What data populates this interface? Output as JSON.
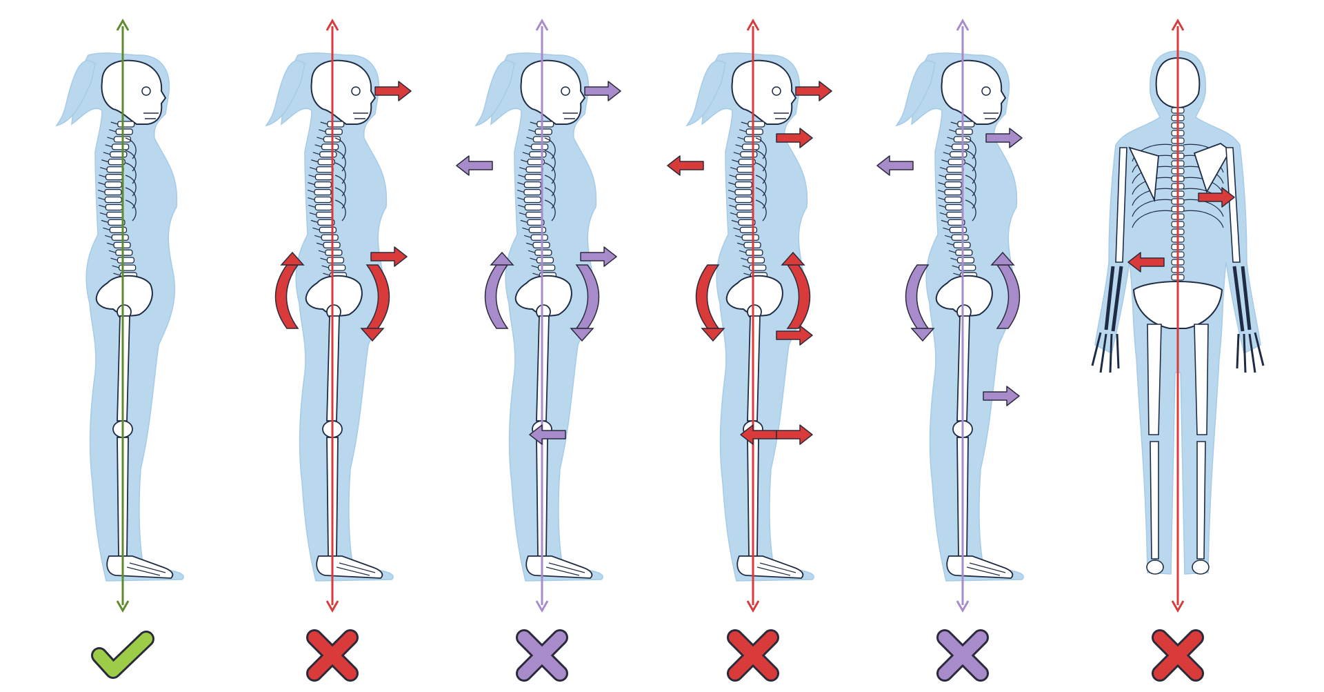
{
  "colors": {
    "background": "#ffffff",
    "body": "#b9d8ee",
    "body_edge": "#a6cbe6",
    "bone": "#ffffff",
    "bone_stroke": "#1e2b44",
    "correct": "#5e8c2c",
    "correct_mark": "#9ccc48",
    "red": "#d93a3a",
    "purple": "#a78bcb",
    "mark_stroke": "#2a2a3a"
  },
  "figures": [
    {
      "name": "figure-1-correct-side",
      "view": "side",
      "verdict": "correct",
      "line_color": "correct",
      "arrows": []
    },
    {
      "name": "figure-2-side",
      "view": "side",
      "verdict": "incorrect",
      "line_color": "red",
      "arrows": [
        {
          "type": "straight",
          "dir": "right",
          "at": "head"
        },
        {
          "type": "straight",
          "dir": "right",
          "at": "belly"
        },
        {
          "type": "curved",
          "at": "pelvis-front",
          "rot": "down"
        },
        {
          "type": "curved",
          "at": "pelvis-back",
          "rot": "up"
        }
      ]
    },
    {
      "name": "figure-3-side",
      "view": "side",
      "verdict": "incorrect",
      "line_color": "purple",
      "arrows": [
        {
          "type": "straight",
          "dir": "right",
          "at": "head"
        },
        {
          "type": "straight",
          "dir": "left",
          "at": "upper-back"
        },
        {
          "type": "straight",
          "dir": "right",
          "at": "belly"
        },
        {
          "type": "curved",
          "at": "pelvis-front",
          "rot": "down"
        },
        {
          "type": "curved",
          "at": "pelvis-back",
          "rot": "up"
        },
        {
          "type": "straight",
          "dir": "left",
          "at": "knee"
        }
      ]
    },
    {
      "name": "figure-4-side",
      "view": "side",
      "verdict": "incorrect",
      "line_color": "red",
      "arrows": [
        {
          "type": "straight",
          "dir": "right",
          "at": "head"
        },
        {
          "type": "straight",
          "dir": "right",
          "at": "neck"
        },
        {
          "type": "straight",
          "dir": "left",
          "at": "upper-back"
        },
        {
          "type": "curved",
          "at": "pelvis-front",
          "rot": "up"
        },
        {
          "type": "curved",
          "at": "pelvis-back",
          "rot": "down"
        },
        {
          "type": "straight",
          "dir": "right",
          "at": "thigh"
        },
        {
          "type": "straight",
          "dir": "left",
          "at": "knee"
        },
        {
          "type": "straight",
          "dir": "right",
          "at": "knee"
        }
      ]
    },
    {
      "name": "figure-5-side",
      "view": "side",
      "verdict": "incorrect",
      "line_color": "purple",
      "arrows": [
        {
          "type": "straight",
          "dir": "right",
          "at": "neck"
        },
        {
          "type": "straight",
          "dir": "left",
          "at": "upper-back"
        },
        {
          "type": "curved",
          "at": "pelvis-front",
          "rot": "up"
        },
        {
          "type": "curved",
          "at": "pelvis-back",
          "rot": "down"
        },
        {
          "type": "straight",
          "dir": "right",
          "at": "calf"
        }
      ]
    },
    {
      "name": "figure-6-back",
      "view": "back",
      "verdict": "incorrect",
      "line_color": "red",
      "arrows": [
        {
          "type": "straight",
          "dir": "right",
          "at": "shoulder"
        },
        {
          "type": "straight",
          "dir": "left",
          "at": "hip"
        }
      ]
    }
  ]
}
